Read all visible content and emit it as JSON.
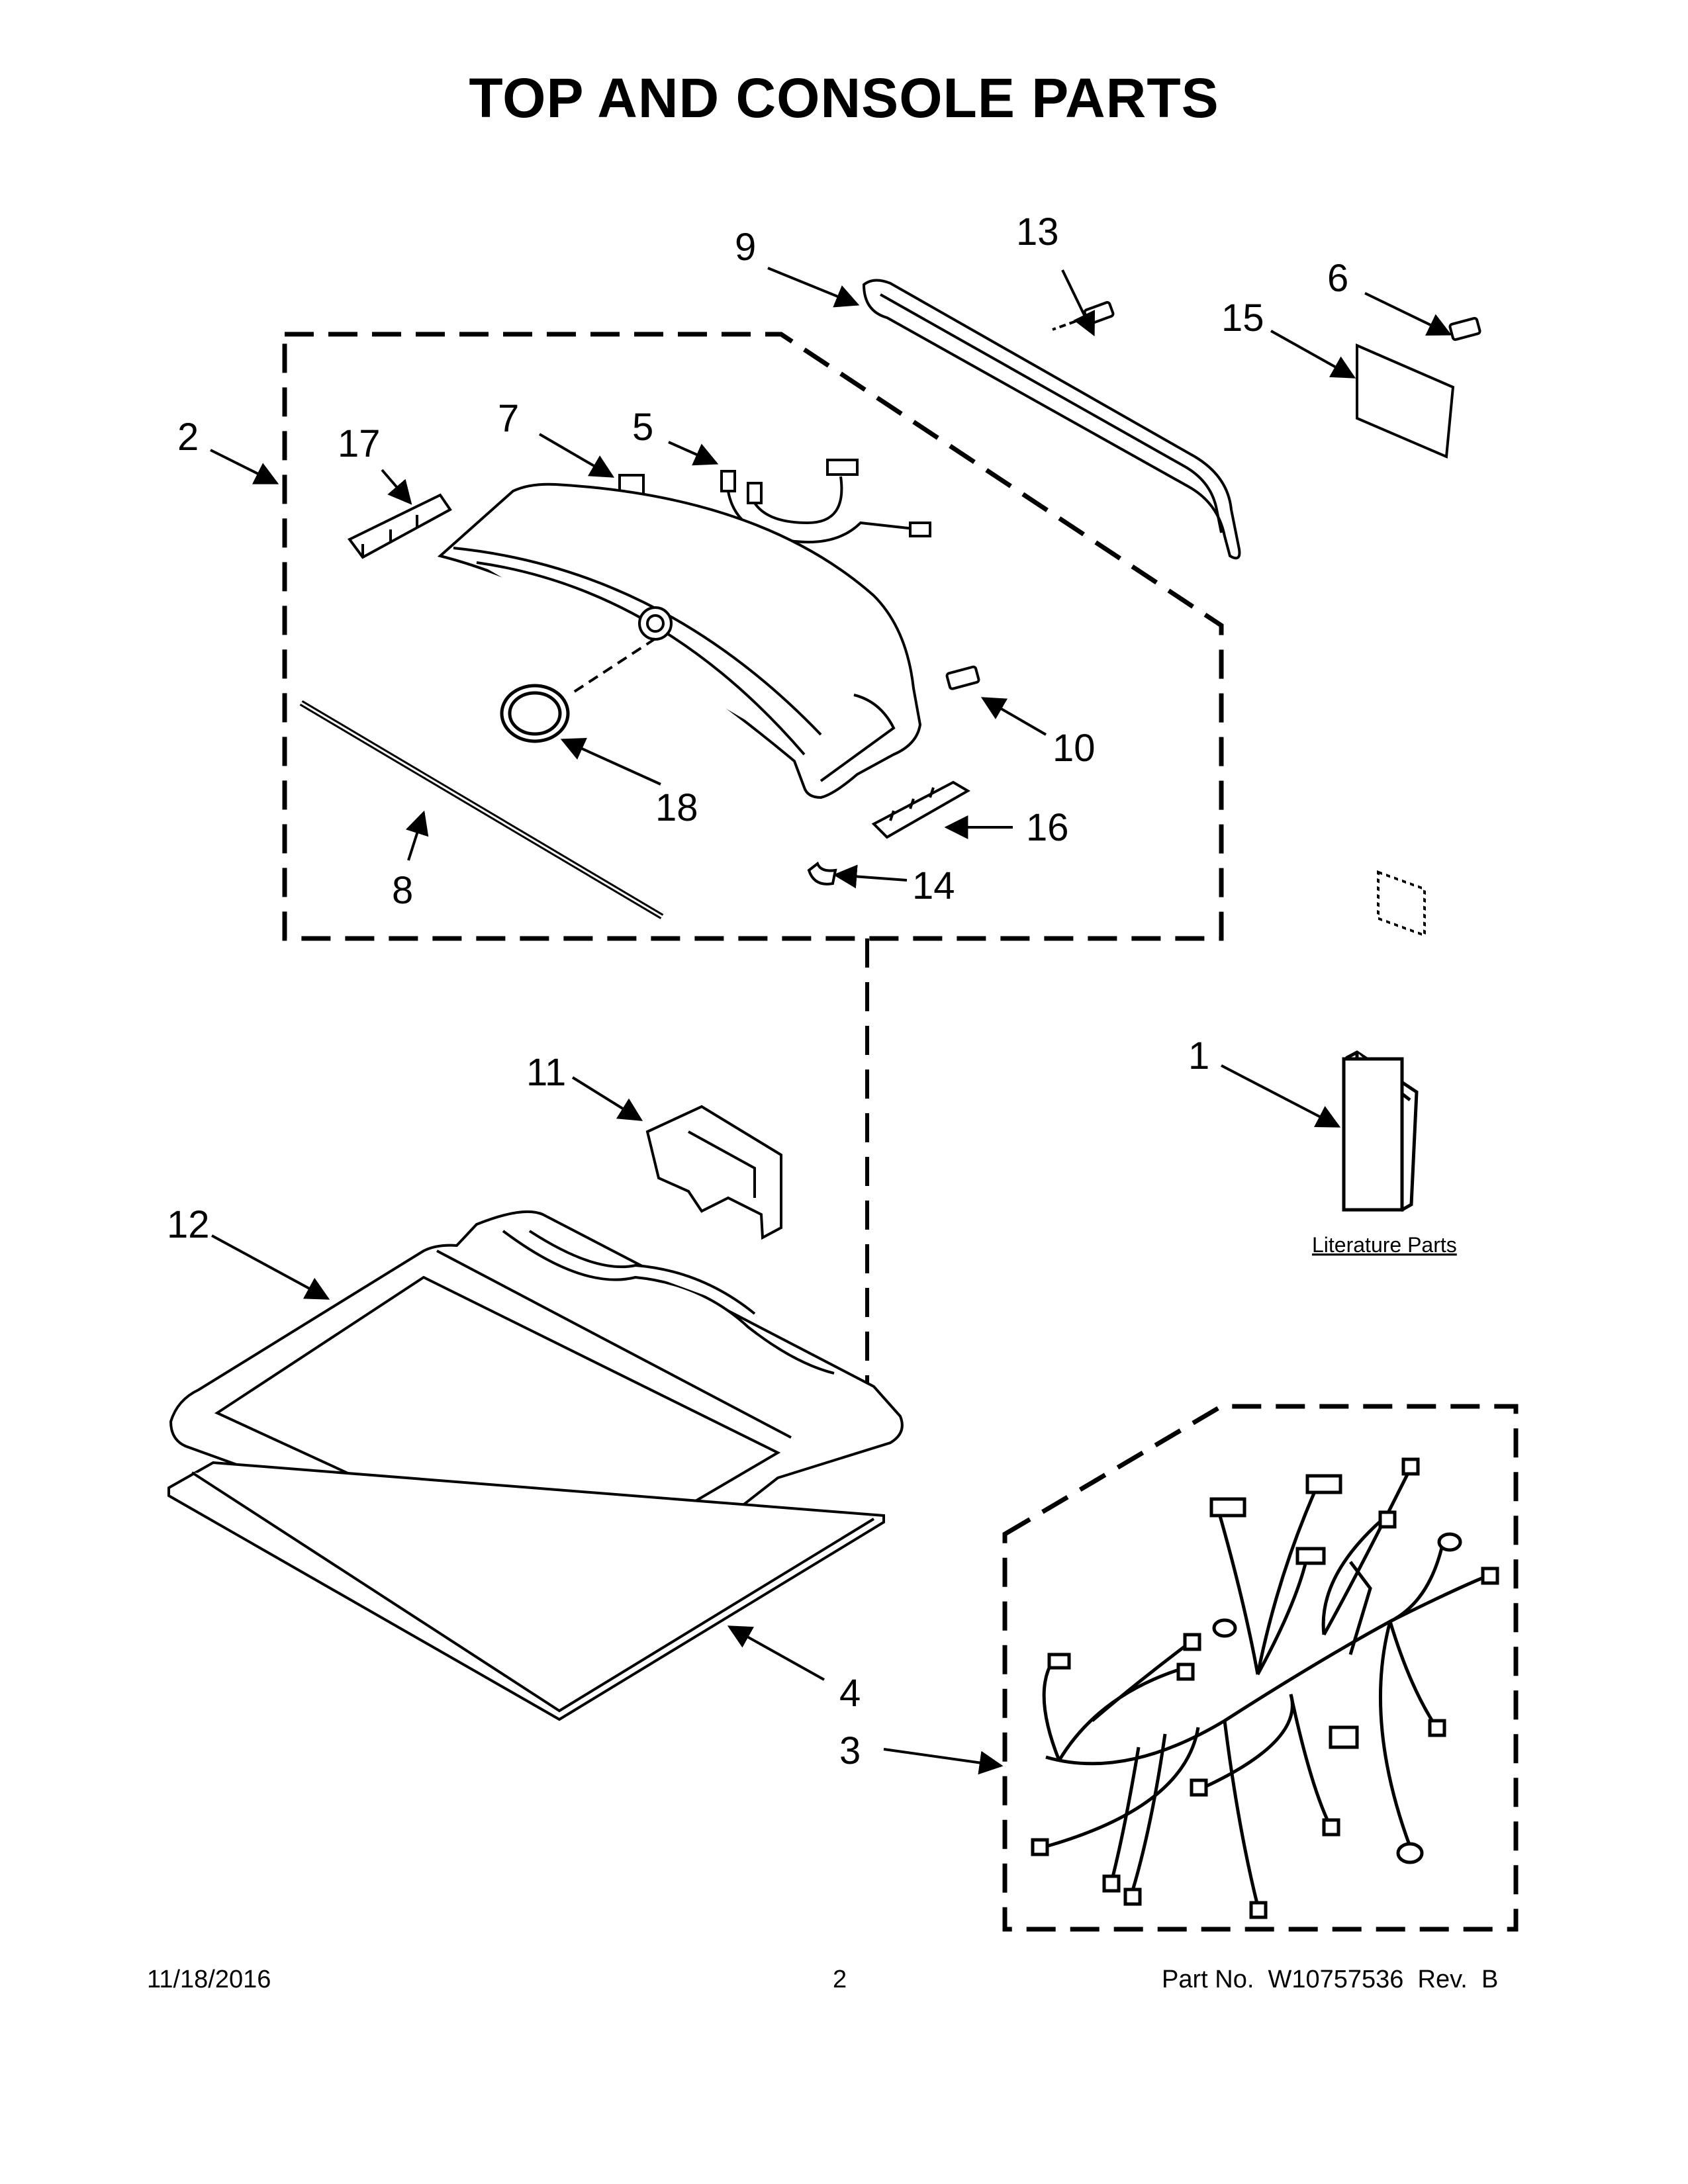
{
  "page_title": "TOP AND CONSOLE PARTS",
  "callouts": {
    "c1": "1",
    "c2": "2",
    "c3": "3",
    "c4": "4",
    "c5": "5",
    "c6": "6",
    "c7": "7",
    "c8": "8",
    "c9": "9",
    "c10": "10",
    "c11": "11",
    "c12": "12",
    "c13": "13",
    "c14": "14",
    "c15": "15",
    "c16": "16",
    "c17": "17",
    "c18": "18"
  },
  "literature_label": "Literature Parts",
  "footer": {
    "date": "11/18/2016",
    "page_number": "2",
    "part_number": "Part No.  W10757536  Rev.  B"
  }
}
